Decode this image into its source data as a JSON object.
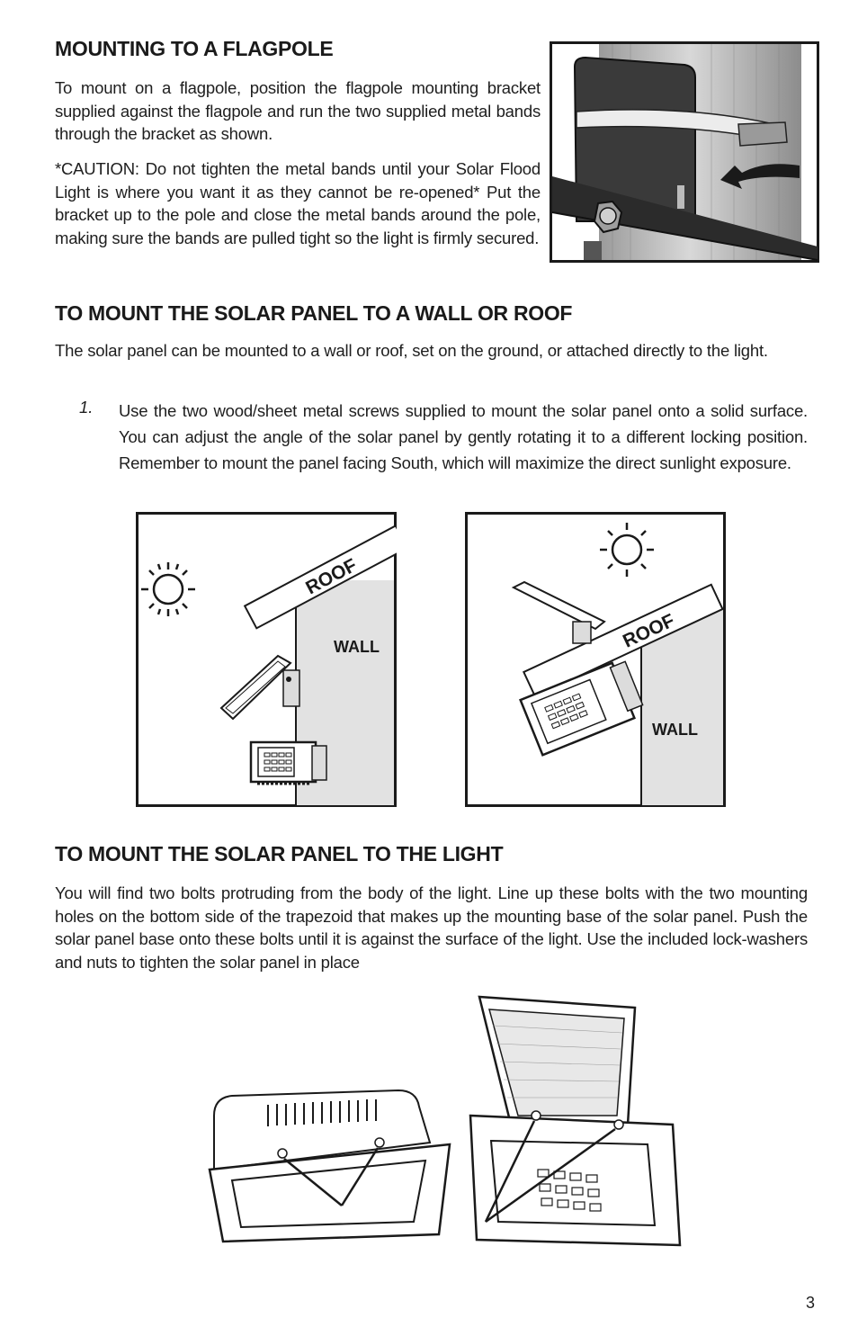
{
  "sections": {
    "flagpole": {
      "heading": "MOUNTING TO A FLAGPOLE",
      "para1": "To mount on a flagpole, position the flagpole mounting bracket supplied against the flagpole and run the two supplied metal bands through the bracket as shown.",
      "para2": "*CAUTION: Do not tighten the metal bands until your Solar Flood Light is where you want it as they cannot be re-opened* Put the bracket up to the pole and close the metal bands around the pole, making sure the bands are pulled tight so the light is firmly secured."
    },
    "wall_roof": {
      "heading": "TO MOUNT THE SOLAR PANEL TO A WALL OR ROOF",
      "intro": "The solar panel can be mounted to a wall or roof, set on the ground, or attached directly to the light.",
      "step_number": "1.",
      "step_text": "Use the two wood/sheet metal screws supplied to mount the solar panel onto a solid surface. You can adjust the angle of the solar panel by gently rotating it to a different locking position. Remember to mount the panel facing South, which will maximize the direct sunlight exposure."
    },
    "to_light": {
      "heading": "TO MOUNT THE SOLAR PANEL TO THE LIGHT",
      "para": "You will find two bolts protruding from the body of the light. Line up these bolts with the two mounting holes on the bottom side of the trapezoid that makes up the mounting base of the solar panel. Push the solar panel base onto these bolts until it is against the surface of the light. Use the included lock-washers and nuts to tighten the solar panel in place"
    }
  },
  "figures": {
    "left_roof_label": "ROOF",
    "left_wall_label": "WALL",
    "right_roof_label": "ROOF",
    "right_wall_label": "WALL"
  },
  "page_number": "3"
}
